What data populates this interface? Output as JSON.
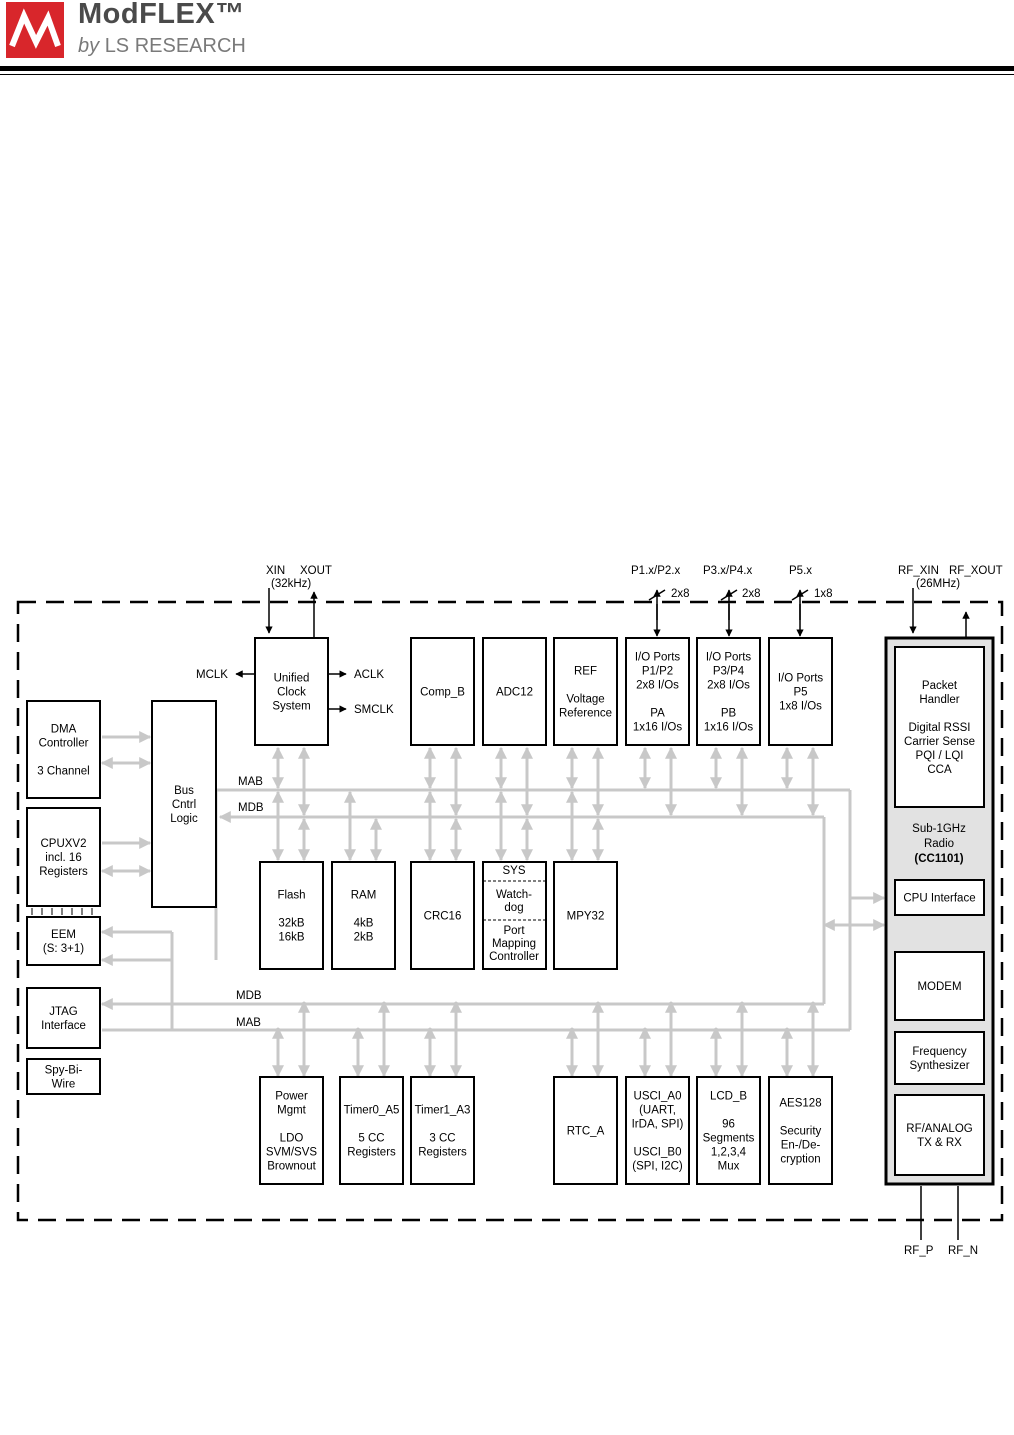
{
  "header": {
    "brand_title": "ModFLEX™",
    "brand_by": "by",
    "brand_company": "LS RESEARCH"
  },
  "colors": {
    "logo_red": "#d8262b",
    "bus_gray": "#c8c8c8",
    "radio_fill": "#e2e2e2"
  },
  "diagram": {
    "pins": {
      "xin": "XIN",
      "xout": "XOUT",
      "xtal_freq": "(32kHz)",
      "p1p2": "P1.x/P2.x",
      "p3p4": "P3.x/P4.x",
      "p5": "P5.x",
      "bus2x8a": "2x8",
      "bus2x8b": "2x8",
      "bus1x8": "1x8",
      "rf_xin": "RF_XIN",
      "rf_xout": "RF_XOUT",
      "rf_freq": "(26MHz)",
      "rf_p": "RF_P",
      "rf_n": "RF_N"
    },
    "signals": {
      "mclk": "MCLK",
      "aclk": "ACLK",
      "smclk": "SMCLK",
      "mab_top": "MAB",
      "mdb_top": "MDB",
      "mdb_bottom": "MDB",
      "mab_bottom": "MAB"
    },
    "blocks": {
      "dma": [
        "DMA",
        "Controller",
        "",
        "3 Channel"
      ],
      "cpu": [
        "CPUXV2",
        "incl. 16",
        "Registers"
      ],
      "eem": [
        "EEM",
        "(S: 3+1)"
      ],
      "jtag": [
        "JTAG",
        "Interface"
      ],
      "spybiwire": [
        "Spy-Bi-",
        "Wire"
      ],
      "bus_cntrl": [
        "Bus",
        "Cntrl",
        "Logic"
      ],
      "clock": [
        "Unified",
        "Clock",
        "System"
      ],
      "comp_b": [
        "Comp_B"
      ],
      "adc12": [
        "ADC12"
      ],
      "ref": [
        "REF",
        "",
        "Voltage",
        "Reference"
      ],
      "io_pa": [
        "I/O Ports",
        "P1/P2",
        "2x8 I/Os",
        "",
        "PA",
        "1x16 I/Os"
      ],
      "io_pb": [
        "I/O Ports",
        "P3/P4",
        "2x8 I/Os",
        "",
        "PB",
        "1x16 I/Os"
      ],
      "io_p5": [
        "I/O Ports",
        "P5",
        "1x8 I/Os"
      ],
      "flash": [
        "Flash",
        "",
        "32kB",
        "16kB"
      ],
      "ram": [
        "RAM",
        "",
        "4kB",
        "2kB"
      ],
      "crc16": [
        "CRC16"
      ],
      "sys": [
        "SYS"
      ],
      "watchdog": [
        "Watch-",
        "dog"
      ],
      "portmap": [
        "Port",
        "Mapping",
        "Controller"
      ],
      "mpy32": [
        "MPY32"
      ],
      "power": [
        "Power",
        "Mgmt",
        "",
        "LDO",
        "SVM/SVS",
        "Brownout"
      ],
      "timer0": [
        "Timer0_A5",
        "",
        "5 CC",
        "Registers"
      ],
      "timer1": [
        "Timer1_A3",
        "",
        "3 CC",
        "Registers"
      ],
      "rtc": [
        "RTC_A"
      ],
      "usci": [
        "USCI_A0",
        "(UART,",
        "IrDA, SPI)",
        "",
        "USCI_B0",
        "(SPI, I2C)"
      ],
      "lcd": [
        "LCD_B",
        "",
        "96",
        "Segments",
        "1,2,3,4",
        "Mux"
      ],
      "aes": [
        "AES128",
        "",
        "Security",
        "En-/De-",
        "cryption"
      ],
      "packet": [
        "Packet",
        "Handler",
        "",
        "Digital RSSI",
        "Carrier Sense",
        "PQI / LQI",
        "CCA"
      ],
      "radio_label": [
        "Sub-1GHz",
        "Radio",
        "(CC1101)"
      ],
      "cpu_if": [
        "CPU Interface"
      ],
      "modem": [
        "MODEM"
      ],
      "freq": [
        "Frequency",
        "Synthesizer"
      ],
      "rf_analog": [
        "RF/ANALOG",
        "TX & RX"
      ]
    }
  }
}
